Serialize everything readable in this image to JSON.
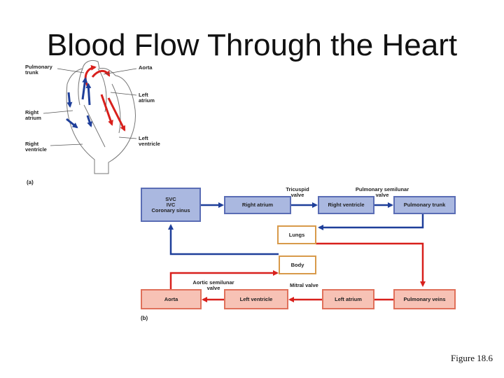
{
  "title": "Blood Flow Through the Heart",
  "figure_label": "Figure 18.6",
  "panel_a": {
    "tag": "(a)",
    "labels": {
      "pulmonary_trunk": "Pulmonary\ntrunk",
      "aorta": "Aorta",
      "left_atrium": "Left\natrium",
      "right_atrium": "Right\natrium",
      "left_ventricle": "Left\nventricle",
      "right_ventricle": "Right\nventricle"
    }
  },
  "panel_b": {
    "tag": "(b)",
    "boxes": {
      "venae": "SVC\nIVC\nCoronary sinus",
      "right_atrium": "Right atrium",
      "right_ventricle": "Right ventricle",
      "pulmonary_trunk": "Pulmonary trunk",
      "lungs": "Lungs",
      "body": "Body",
      "aorta": "Aorta",
      "left_ventricle": "Left ventricle",
      "left_atrium": "Left atrium",
      "pulmonary_veins": "Pulmonary veins"
    },
    "valves": {
      "tricuspid": "Tricuspid\nvalve",
      "pulmonary_semilunar": "Pulmonary semilunar\nvalve",
      "aortic_semilunar": "Aortic semilunar\nvalve",
      "mitral": "Mitral valve"
    }
  },
  "colors": {
    "oxygen_poor": "#1f3f9a",
    "oxygen_rich": "#d8201c",
    "heart_outline": "#777777"
  }
}
